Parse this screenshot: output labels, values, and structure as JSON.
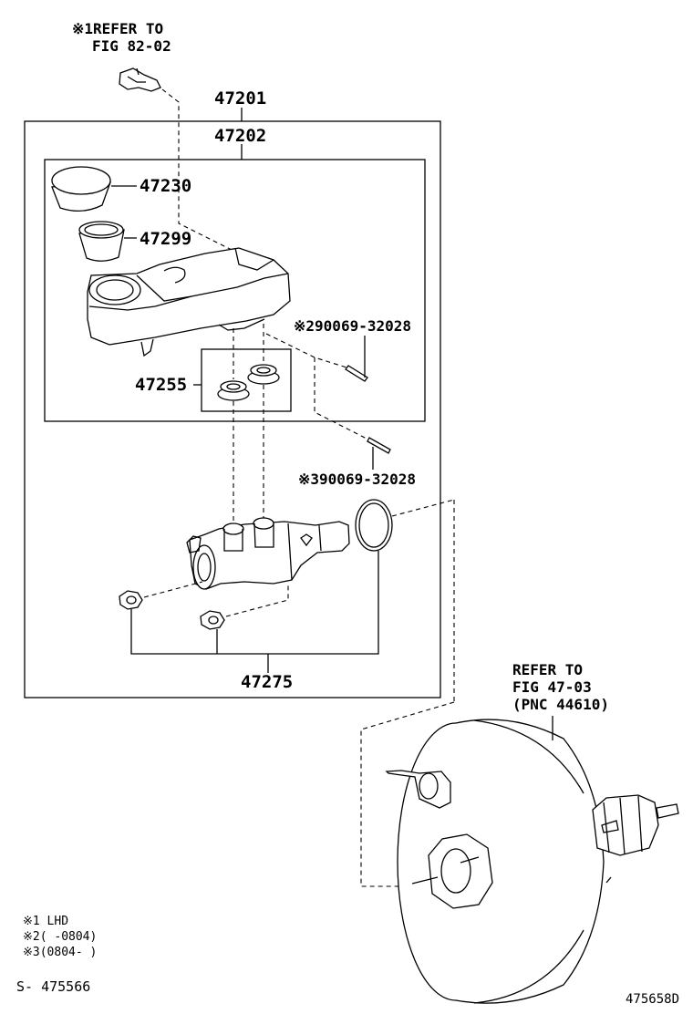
{
  "ref_top": {
    "line1": "※1REFER TO",
    "line2": "FIG 82-02"
  },
  "labels": {
    "assembly": "47201",
    "reservoir_set": "47202",
    "cap": "47230",
    "strainer": "47299",
    "grommet": "47255",
    "pin_upper": "※290069-32028",
    "pin_lower": "※390069-32028",
    "nut_kit": "47275"
  },
  "ref_booster": {
    "line1": "REFER TO",
    "line2": "FIG 47-03",
    "line3": "(PNC 44610)"
  },
  "notes": [
    "※1 LHD",
    "※2(    -0804)",
    "※3(0804-    )"
  ],
  "footer_left": "S- 475566",
  "footer_right": "475658D"
}
